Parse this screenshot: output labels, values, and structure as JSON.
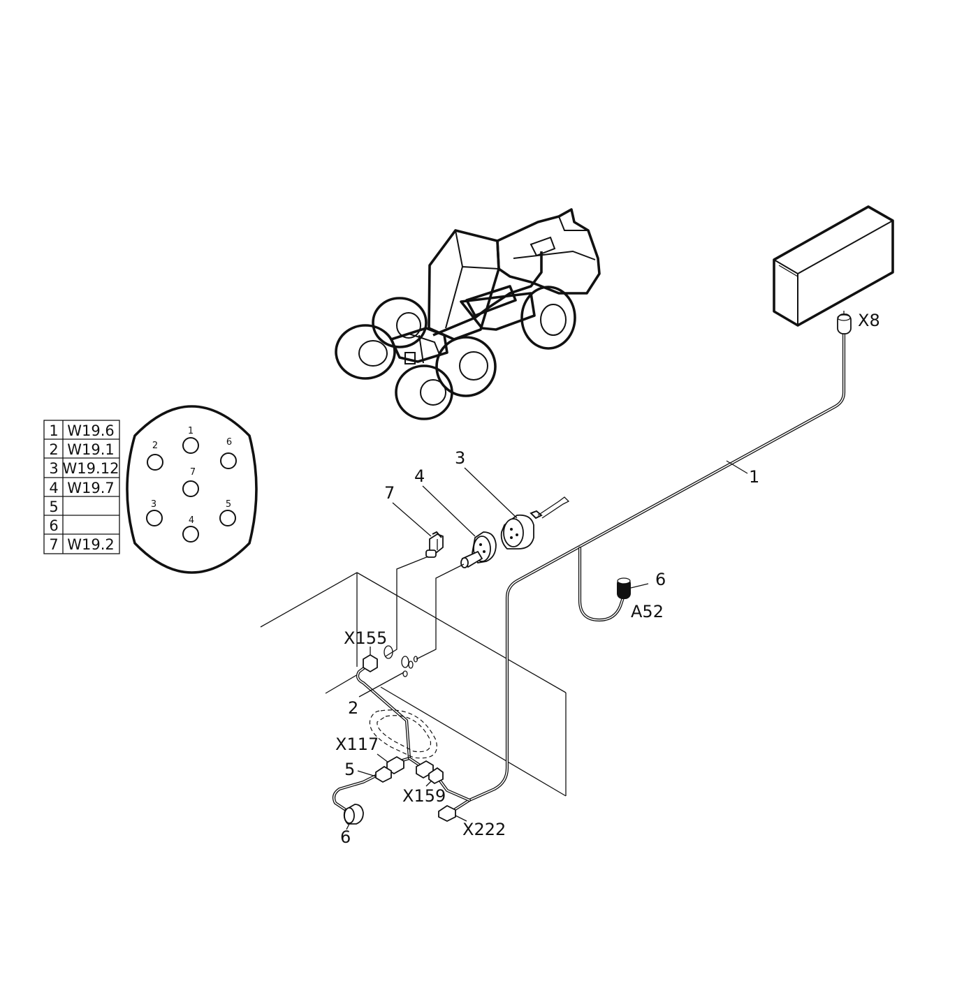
{
  "pin_table": {
    "rows": [
      {
        "pin": "1",
        "wire": "W19.6"
      },
      {
        "pin": "2",
        "wire": "W19.1"
      },
      {
        "pin": "3",
        "wire": "W19.12"
      },
      {
        "pin": "4",
        "wire": "W19.7"
      },
      {
        "pin": "5",
        "wire": ""
      },
      {
        "pin": "6",
        "wire": ""
      },
      {
        "pin": "7",
        "wire": "W19.2"
      }
    ]
  },
  "connector_face": {
    "pins": [
      "1",
      "2",
      "6",
      "7",
      "3",
      "5",
      "4"
    ]
  },
  "callouts": {
    "item_1": "1",
    "item_2": "2",
    "item_3": "3",
    "item_4": "4",
    "item_5": "5",
    "item_6_upper": "6",
    "item_6_lower": "6",
    "item_7": "7",
    "x8": "X8",
    "a52": "A52",
    "x155": "X155",
    "x117": "X117",
    "x159": "X159",
    "x222": "X222"
  }
}
